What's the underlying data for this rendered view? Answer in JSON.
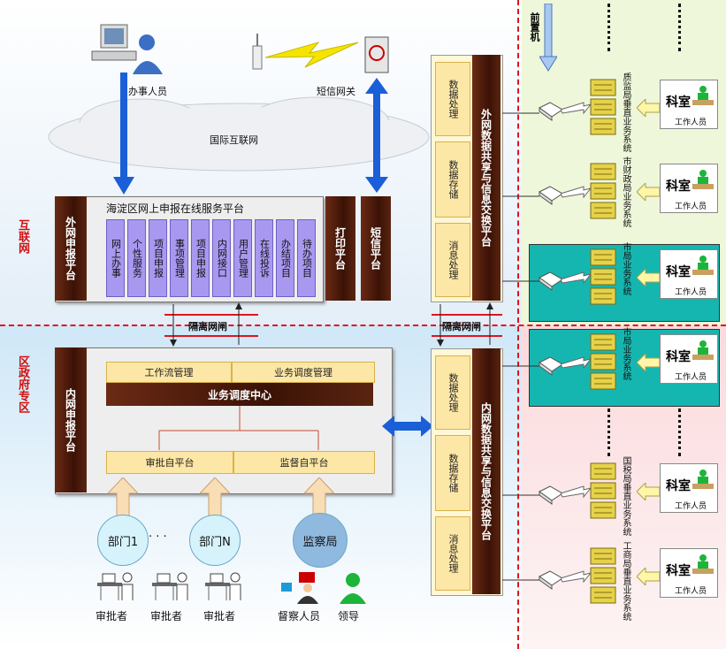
{
  "zones": {
    "internet": "互联网",
    "government": "区政府专区"
  },
  "top": {
    "office_staff": "办事人员",
    "sms_gateway": "短信网关",
    "international_internet": "国际互联网"
  },
  "outer_platform": {
    "side_label": "外网申报平台",
    "title": "海淀区网上申报在线服务平台",
    "modules": [
      "网上办事",
      "个性服务",
      "项目申报",
      "事项管理",
      "项目申报",
      "内网接口",
      "用户管理",
      "在线投诉",
      "办结项目",
      "待办项目"
    ],
    "print_platform": "打印平台",
    "sms_platform": "短信平台"
  },
  "isolation_gap_left": "隔离网闸",
  "isolation_gap_right": "隔离网闸",
  "outer_exchange": {
    "label": "外网数据共享与信息交换平台",
    "boxes": [
      "数据处理",
      "数据存储",
      "消息处理"
    ]
  },
  "inner_exchange": {
    "label": "内网数据共享与信息交换平台",
    "boxes": [
      "数据处理",
      "数据存储",
      "消息处理"
    ]
  },
  "inner_platform": {
    "side_label": "内网申报平台",
    "workflow": "工作流管理",
    "dispatch_mgmt": "业务调度管理",
    "dispatch_center": "业务调度中心",
    "approval": "审批自平台",
    "supervision": "监督自平台"
  },
  "departments": {
    "dept1": "部门1",
    "dots": "· · ·",
    "deptN": "部门N",
    "supervision_bureau": "监察局"
  },
  "people": {
    "approver1": "审批者",
    "approver2": "审批者",
    "approver3": "审批者",
    "inspector": "督察人员",
    "leader": "领导"
  },
  "front_machine": "前置机",
  "systems": [
    {
      "name": "质监局垂直业务系统",
      "room": "科室",
      "staff": "工作人员"
    },
    {
      "name": "市财政局业务系统",
      "room": "科室",
      "staff": "工作人员"
    },
    {
      "name": "市局业务系统",
      "room": "科室",
      "staff": "工作人员"
    },
    {
      "name": "市局业务系统",
      "room": "科室",
      "staff": "工作人员"
    },
    {
      "name": "国税局垂直业务系统",
      "room": "科室",
      "staff": "工作人员"
    },
    {
      "name": "工商局垂直业务系统",
      "room": "科室",
      "staff": "工作人员"
    }
  ],
  "colors": {
    "top_bg": "#eaf3fb",
    "bottom_bg": "#d6ecf9",
    "right_top_bg": "#eef7d9",
    "right_bottom_bg": "#fbe1e3",
    "teal_box": "#16b6b0",
    "dashed_red": "#e0141e"
  }
}
